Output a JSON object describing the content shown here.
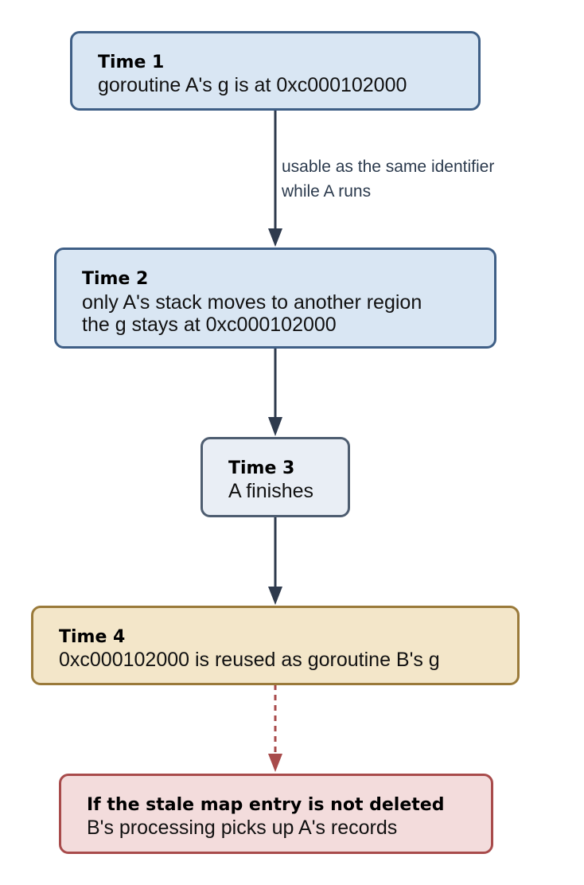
{
  "nodes": [
    {
      "title": "Time 1",
      "lines": [
        "goroutine A's g is at 0xc000102000"
      ]
    },
    {
      "title": "Time 2",
      "lines": [
        "only A's stack moves to another region",
        "the g stays at 0xc000102000"
      ]
    },
    {
      "title": "Time 3",
      "lines": [
        "A finishes"
      ]
    },
    {
      "title": "Time 4",
      "lines": [
        "0xc000102000 is reused as goroutine B's g"
      ]
    },
    {
      "title": "If the stale map entry is not deleted",
      "lines": [
        "B's processing picks up A's records"
      ]
    }
  ],
  "edges": [
    {
      "from": "Time 1",
      "to": "Time 2",
      "label_lines": [
        "usable as the same identifier",
        "while A runs"
      ],
      "style": "solid"
    },
    {
      "from": "Time 2",
      "to": "Time 3",
      "style": "solid"
    },
    {
      "from": "Time 3",
      "to": "Time 4",
      "style": "solid"
    },
    {
      "from": "Time 4",
      "to": "If the stale map entry is not deleted",
      "style": "dashed"
    }
  ],
  "colors": {
    "blue_fill": "#d9e6f3",
    "blue_stroke": "#3f5f86",
    "grey_fill": "#e9eef5",
    "amber_fill": "#f3e6c9",
    "amber_stroke": "#9a7a3a",
    "red_fill": "#f3dcdc",
    "red_stroke": "#a84b4b",
    "arrow": "#2e3a4d"
  }
}
